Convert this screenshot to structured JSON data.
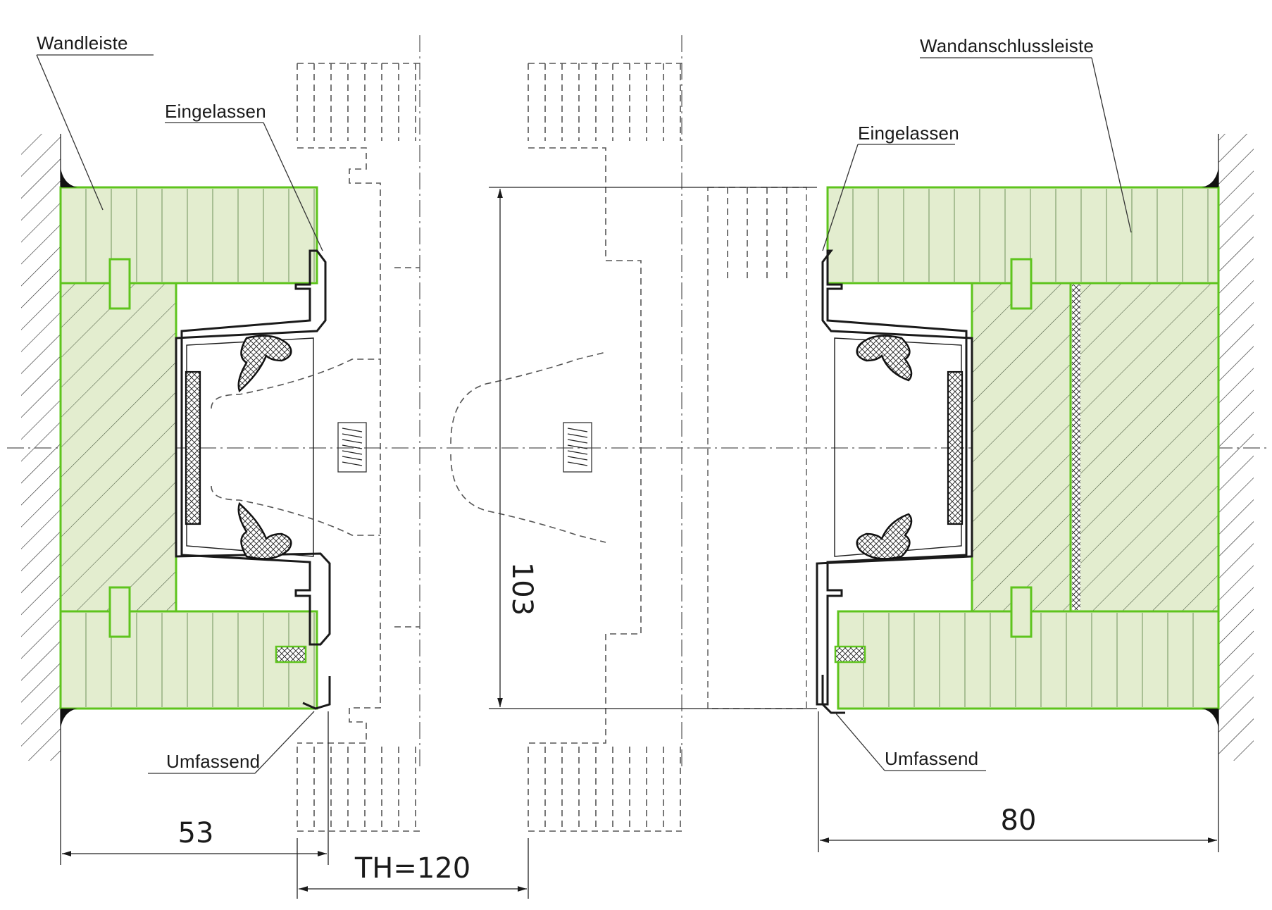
{
  "labels": {
    "wandleiste": "Wandleiste",
    "eingelassen_left": "Eingelassen",
    "umfassend_left": "Umfassend",
    "wandanschlussleiste": "Wandanschlussleiste",
    "eingelassen_right": "Eingelassen",
    "umfassend_right": "Umfassend"
  },
  "dimensions": {
    "left_width": "53",
    "door_thickness": "TH=120",
    "height": "103",
    "right_width": "80"
  },
  "colors": {
    "wood_fill": "#e3edcf",
    "wood_outline": "#5ec41d",
    "linework": "#1a1a1a",
    "hidden_lines": "#555555"
  }
}
